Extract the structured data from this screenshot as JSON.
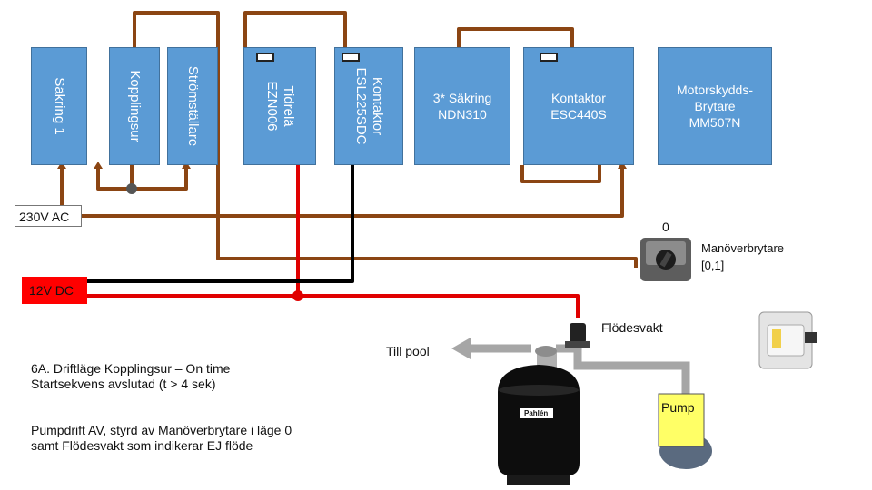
{
  "boxes": {
    "sakring1": "Säkring 1",
    "kopplingsur": "Kopplingsur",
    "stromstallare": "Strömställare",
    "tidrela": [
      "Tidrelä",
      "EZN006"
    ],
    "kontaktor_esl": [
      "Kontaktor",
      "ESL225SDC"
    ],
    "sakring3": [
      "3* Säkring",
      "NDN310"
    ],
    "kontaktor_esc": [
      "Kontaktor",
      "ESC440S"
    ],
    "motorskydd": [
      "Motorskydds-",
      "Brytare",
      "MM507N"
    ]
  },
  "rails": {
    "ac": "230V AC",
    "dc": "12V DC"
  },
  "labels": {
    "selector_position": "0",
    "selector_title": "Manöverbrytare",
    "selector_range": "[0,1]",
    "flow_switch": "Flödesvakt",
    "pool_out": "Till pool",
    "pump": "Pump",
    "filter_brand": "Pahlén"
  },
  "description": {
    "title_line1": "6A. Driftläge Kopplingsur – On time",
    "title_line2": "Startsekvens avslutad (t > 4 sek)",
    "status_line1": "Pumpdrift AV, styrd av Manöverbrytare i läge 0",
    "status_line2": "samt Flödesvakt som indikerar EJ flöde"
  },
  "colors": {
    "box": "#5b9bd5",
    "wire_brown": "#8b4513",
    "wire_red": "#e00000",
    "wire_black": "#000000",
    "wire_grey": "#a6a6a6",
    "dc_rail": "#ff0000",
    "pump_yellow": "#ffff66"
  }
}
